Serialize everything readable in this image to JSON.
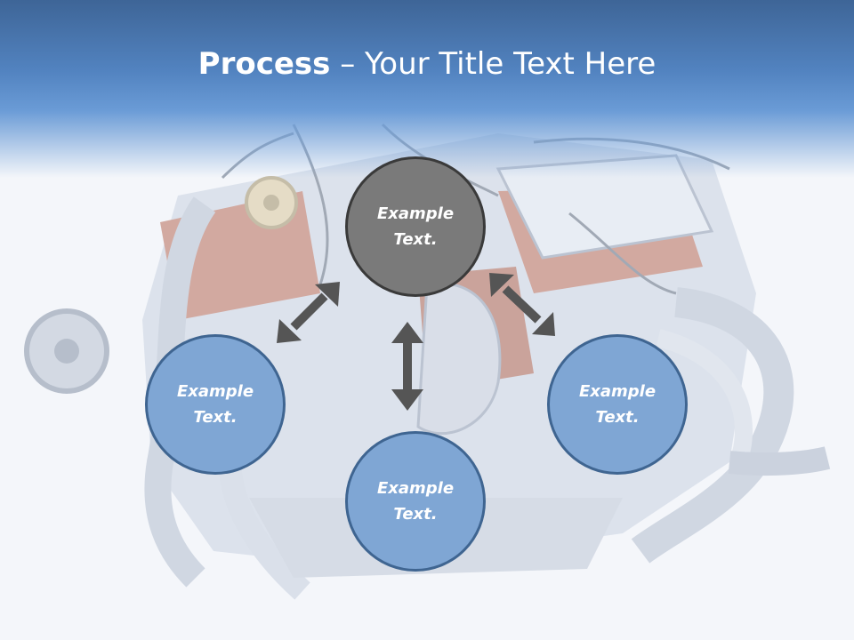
{
  "title": {
    "bold": "Process",
    "separator": " – ",
    "rest": "Your Title Text Here"
  },
  "nodes": {
    "top": {
      "line1": "Example",
      "line2": "Text."
    },
    "left": {
      "line1": "Example",
      "line2": "Text."
    },
    "right": {
      "line1": "Example",
      "line2": "Text."
    },
    "bottom": {
      "line1": "Example",
      "line2": "Text."
    }
  },
  "colors": {
    "header_top": "#3e6597",
    "header_mid": "#5283c0",
    "top_node_fill": "#7a7a7a",
    "top_node_border": "#3a3a3a",
    "blue_node_fill": "#7fa6d4",
    "blue_node_border": "#3f6591",
    "arrow": "#555555"
  }
}
